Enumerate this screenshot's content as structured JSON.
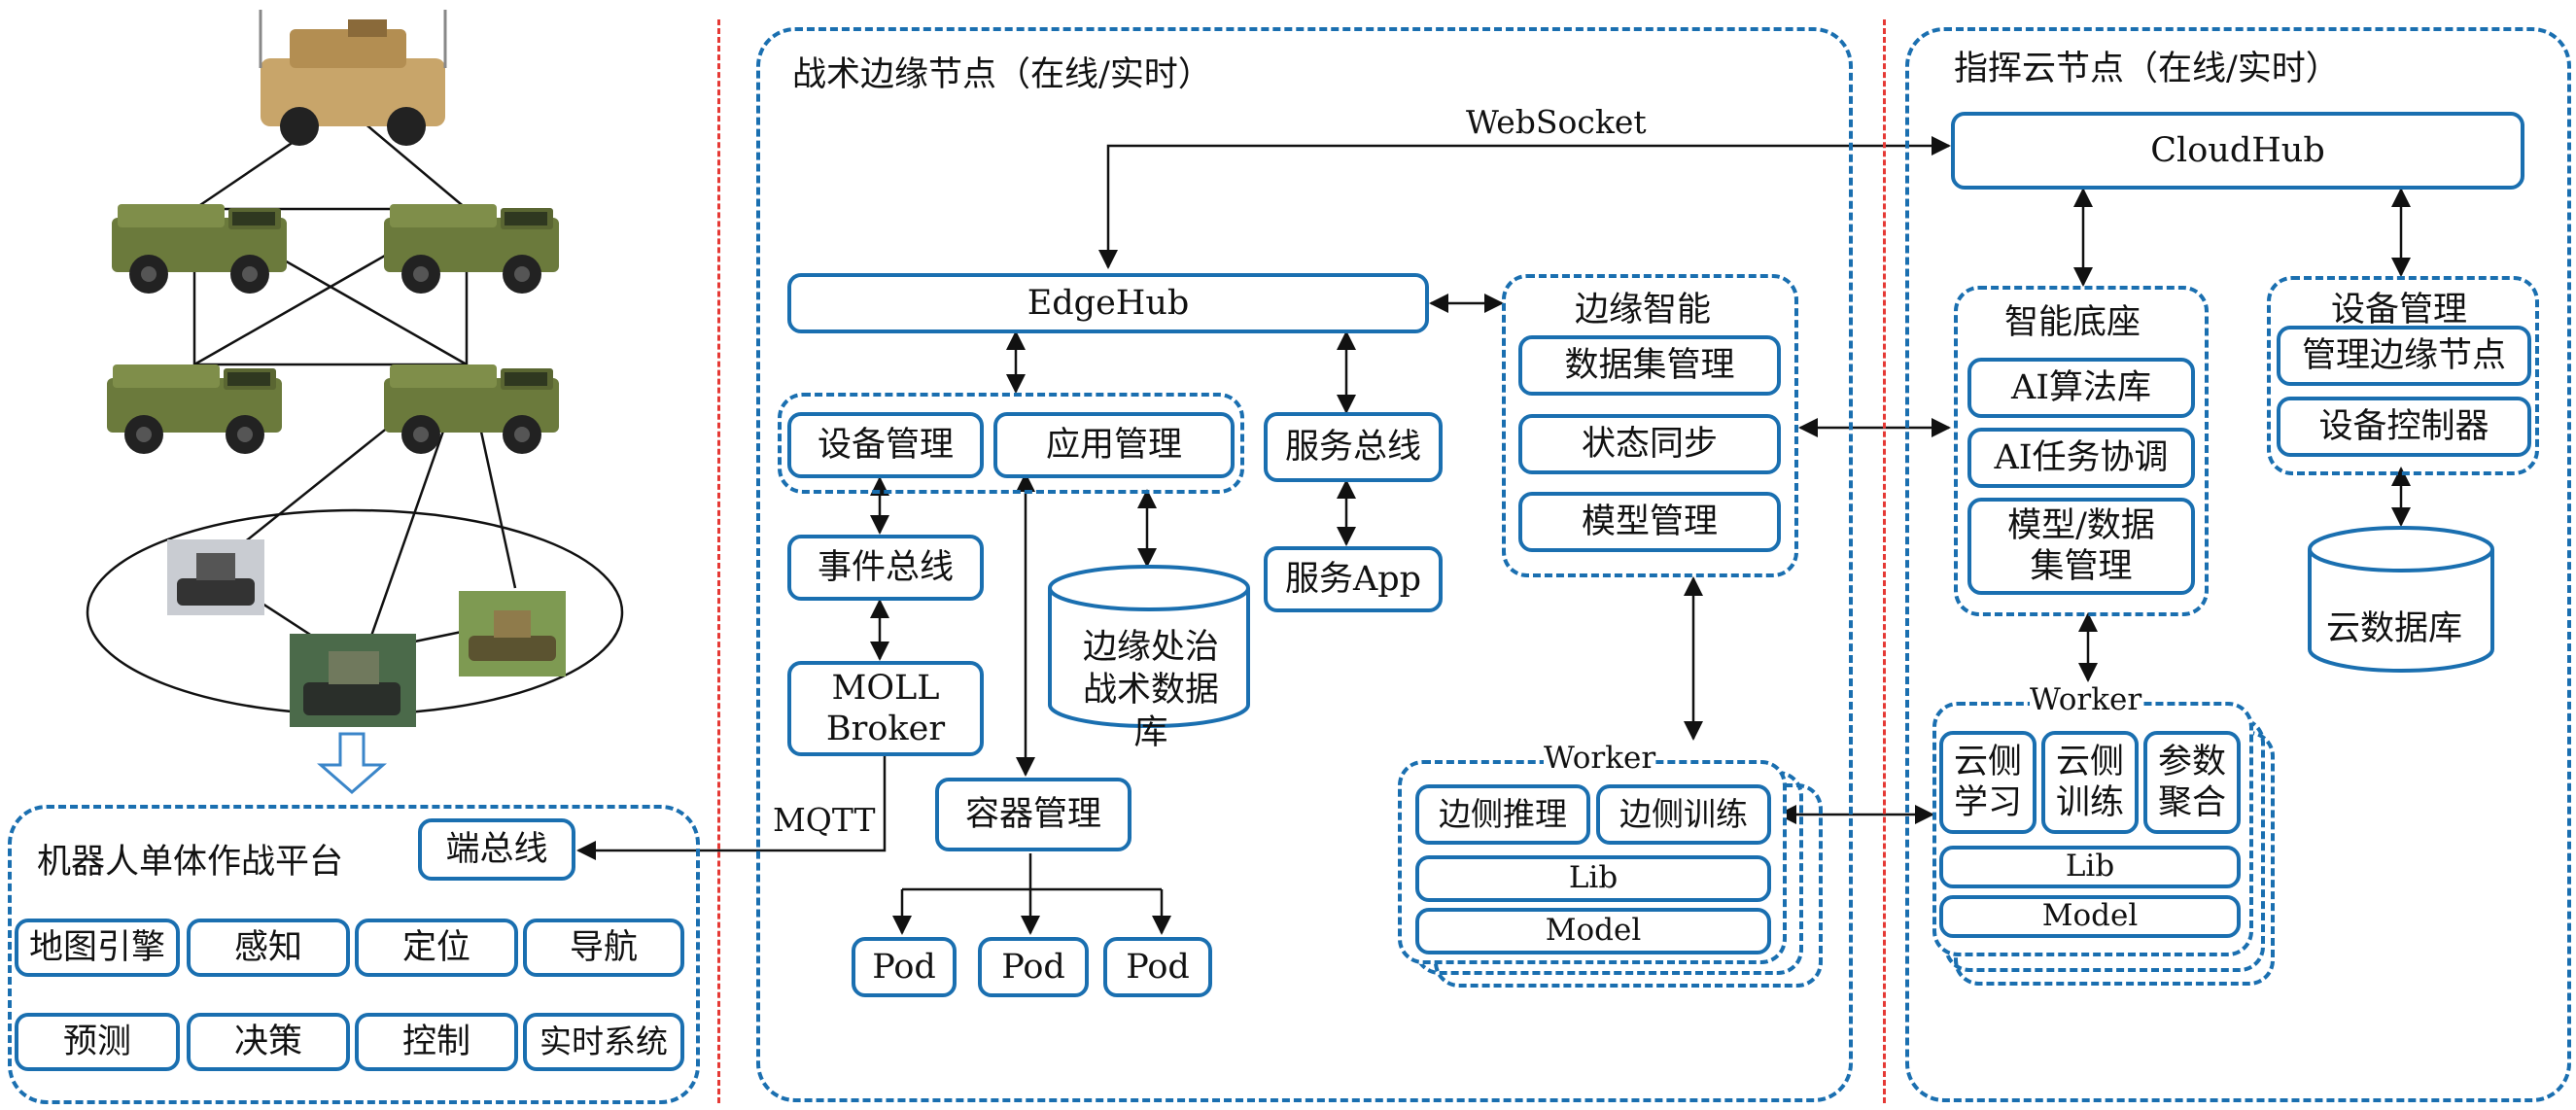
{
  "tactical": {
    "title": "战术边缘节点（在线/实时）",
    "edgehub": "EdgeHub",
    "device_mgmt": "设备管理",
    "app_mgmt": "应用管理",
    "service_bus": "服务总线",
    "event_bus": "事件总线",
    "broker": "MOLL Broker",
    "service_app": "服务App",
    "edge_db": "边缘处治 战术数据库",
    "container_mgmt": "容器管理",
    "pod": "Pod",
    "edge_ai": {
      "title": "边缘智能",
      "items": [
        "数据集管理",
        "状态同步",
        "模型管理"
      ]
    },
    "worker": {
      "title": "Worker",
      "infer": "边侧推理",
      "train": "边侧训练",
      "lib": "Lib",
      "model": "Model"
    }
  },
  "cloud": {
    "title": "指挥云节点（在线/实时）",
    "cloudhub": "CloudHub",
    "ai_base": {
      "title": "智能底座",
      "items": [
        "AI算法库",
        "AI任务协调",
        "模型/数据 集管理"
      ]
    },
    "device": {
      "title": "设备管理",
      "items": [
        "管理边缘节点",
        "设备控制器"
      ]
    },
    "cloud_db": "云数据库",
    "worker": {
      "title": "Worker",
      "items": [
        "云侧 学习",
        "云侧 训练",
        "参数 聚合"
      ],
      "lib": "Lib",
      "model": "Model"
    }
  },
  "robot": {
    "title": "机器人单体作战平台",
    "bus": "端总线",
    "modules": [
      "地图引擎",
      "感知",
      "定位",
      "导航",
      "预测",
      "决策",
      "控制",
      "实时系统"
    ]
  },
  "links": {
    "websocket": "WebSocket",
    "mqtt": "MQTT"
  },
  "colors": {
    "border": "#1a6fb0",
    "separator": "#e53935",
    "arrow": "#111111",
    "vehicle": "#6b7a3c"
  }
}
